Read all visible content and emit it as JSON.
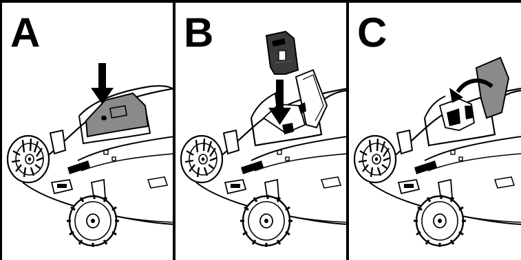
{
  "panels": [
    {
      "letter": "A",
      "step": "press-cover-button"
    },
    {
      "letter": "B",
      "step": "insert-battery"
    },
    {
      "letter": "C",
      "step": "close-battery-cover"
    }
  ],
  "colors": {
    "line": "#000000",
    "background": "#ffffff",
    "cover_fill": "#8a8a8a",
    "battery_fill": "#3a3a3a"
  }
}
